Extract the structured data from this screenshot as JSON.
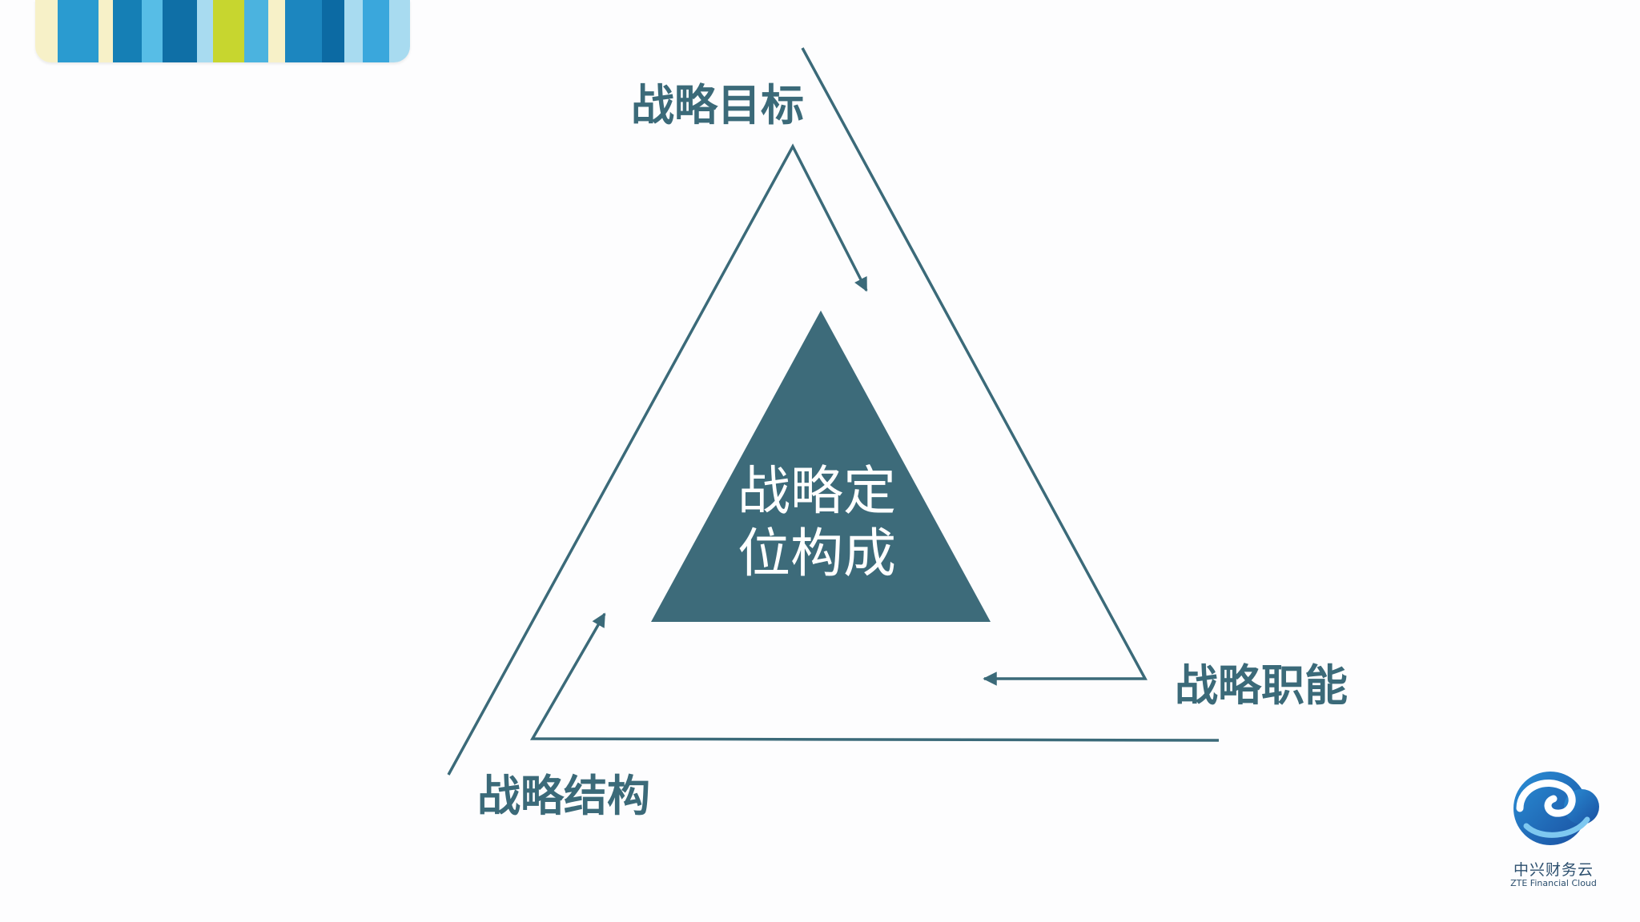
{
  "banner": {
    "stripes": [
      "#f7f1c8",
      "#2a9bd0",
      "#f7f1c8",
      "#157fb5",
      "#57bde6",
      "#0f6fa6",
      "#a8dbf0",
      "#c7d62f",
      "#4bb3df",
      "#f7f1c8",
      "#1c86bf",
      "#0c6aa3",
      "#a8dbf0",
      "#3aa7dc",
      "#a8dbf0"
    ]
  },
  "diagram": {
    "center_line1": "战略定",
    "center_line2": "位构成",
    "label_top": "战略目标",
    "label_right": "战略职能",
    "label_left": "战略结构",
    "colors": {
      "fill": "#3d6b7a",
      "line": "#3b6a79",
      "label": "#3b6a79"
    }
  },
  "logo": {
    "name_cn": "中兴财务云",
    "name_en": "ZTE Financial Cloud",
    "icon": "cloud-swirl-icon"
  }
}
